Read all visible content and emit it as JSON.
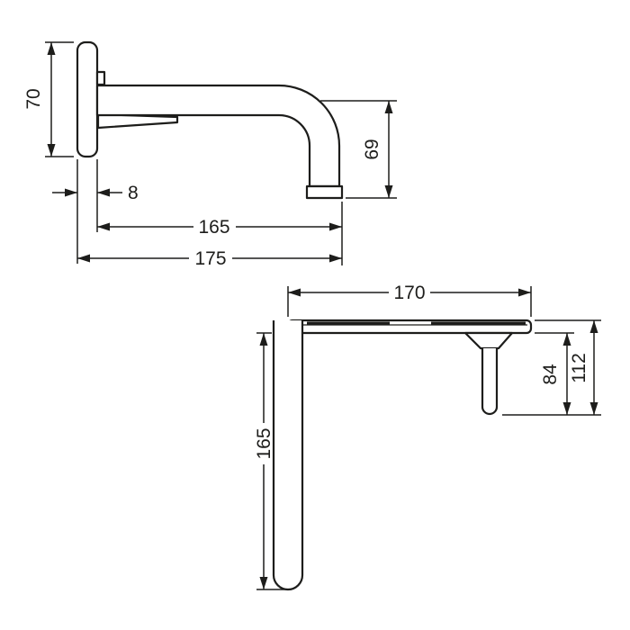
{
  "side_view": {
    "plate_height": "70",
    "plate_thickness": "8",
    "spout_reach": "165",
    "overall_depth": "175",
    "spout_drop": "69"
  },
  "plan_view": {
    "plate_width": "170",
    "handle_projection": "84",
    "handle_overall_depth": "112",
    "spout_length": "165"
  },
  "colors": {
    "line": "#1d1d1b",
    "background": "#ffffff"
  }
}
